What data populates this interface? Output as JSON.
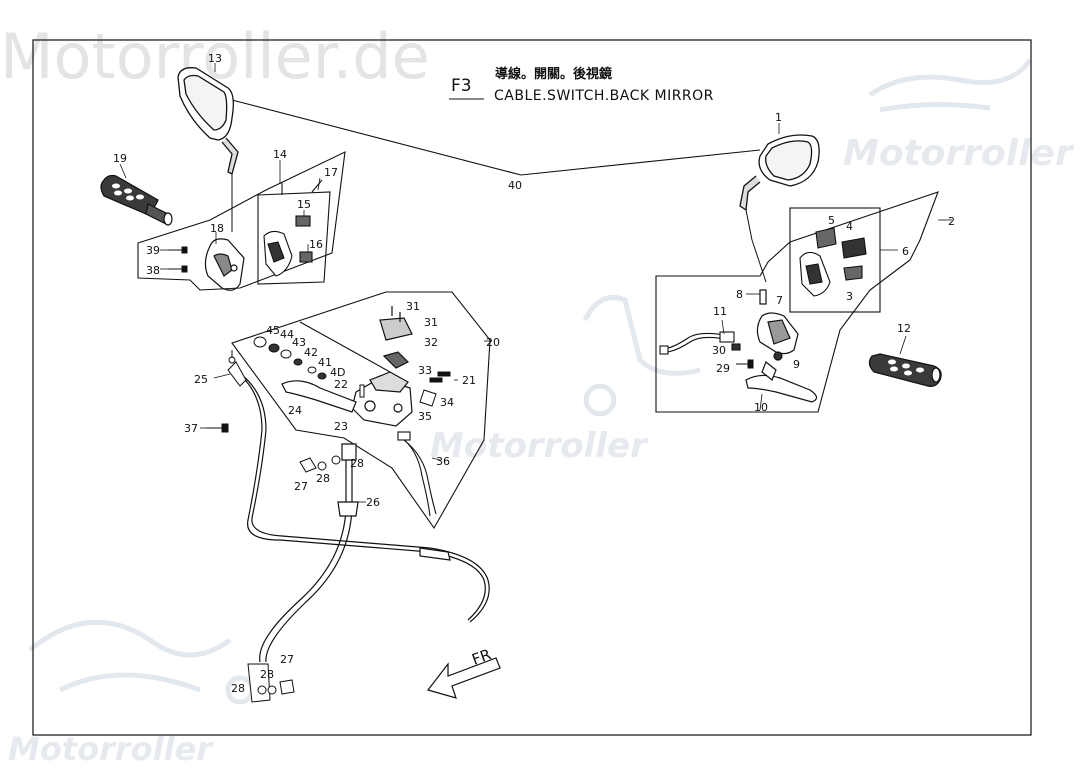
{
  "watermark": {
    "main": "Motorroller.de",
    "logo_right": "Motorroller",
    "logo_middle": "Motorroller",
    "logo_bottom_left": "Motorroller",
    "logo_suffix": ".de"
  },
  "title": {
    "code": "F3",
    "chinese": "導線。開關。後視鏡",
    "english": "CABLE.SWITCH.BACK MIRROR"
  },
  "direction_label": "FR",
  "callouts": {
    "c1": "1",
    "c2": "2",
    "c3": "3",
    "c4": "4",
    "c5": "5",
    "c6": "6",
    "c7": "7",
    "c8": "8",
    "c9": "9",
    "c10": "10",
    "c11": "11",
    "c12": "12",
    "c13": "13",
    "c14": "14",
    "c15": "15",
    "c16": "16",
    "c17": "17",
    "c18": "18",
    "c19": "19",
    "c20": "20",
    "c21": "21",
    "c22": "22",
    "c23": "23",
    "c24": "24",
    "c25": "25",
    "c26": "26",
    "c27a": "27",
    "c27b": "27",
    "c28a": "28",
    "c28b": "28",
    "c28c": "28",
    "c28d": "28",
    "c29": "29",
    "c30": "30",
    "c31a": "31",
    "c31b": "31",
    "c32": "32",
    "c33": "33",
    "c34": "34",
    "c35": "35",
    "c36": "36",
    "c37": "37",
    "c38": "38",
    "c39": "39",
    "c40": "40",
    "c41": "41",
    "c42": "42",
    "c43": "43",
    "c44": "44",
    "c45": "45",
    "c4D": "4D"
  }
}
